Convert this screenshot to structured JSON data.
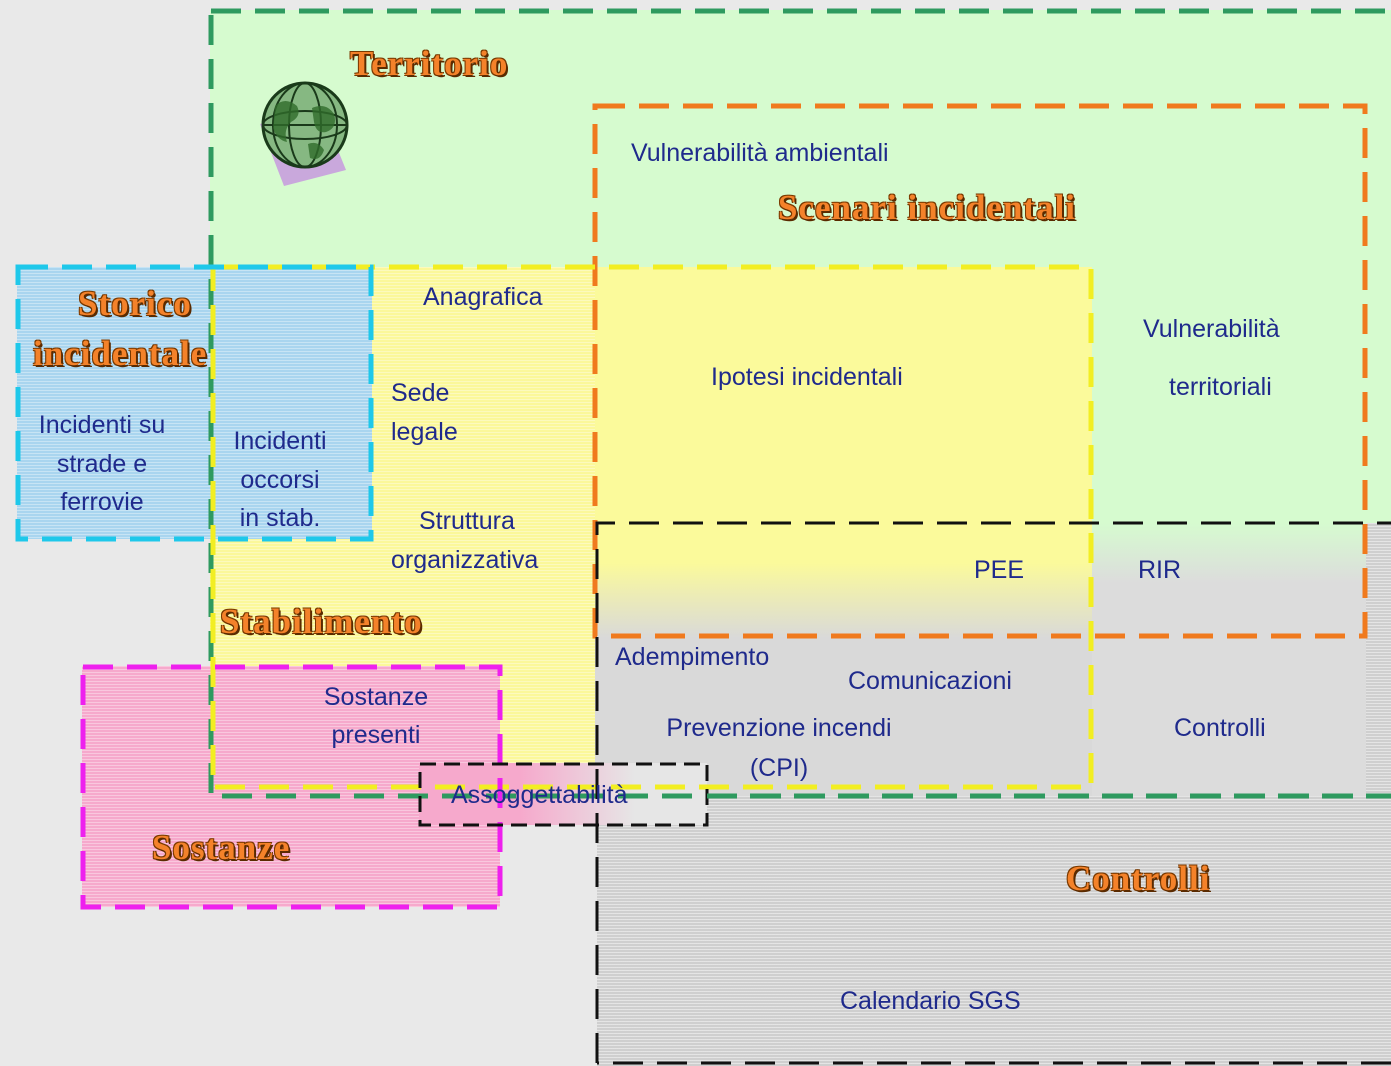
{
  "areas": {
    "territorio": {
      "title": "Territorio",
      "vulnerabilita_ambientali": "Vulnerabilità ambientali",
      "vulnerabilita_territoriali_1": "Vulnerabilità",
      "vulnerabilita_territoriali_2": "territoriali"
    },
    "scenari": {
      "title": "Scenari incidentali",
      "ipotesi": "Ipotesi incidentali"
    },
    "storico": {
      "title_1": "Storico",
      "title_2": "incidentale",
      "incidenti_strade_1": "Incidenti su",
      "incidenti_strade_2": "strade e",
      "incidenti_strade_3": "ferrovie",
      "incidenti_stab_1": "Incidenti",
      "incidenti_stab_2": "occorsi",
      "incidenti_stab_3": "in stab."
    },
    "stabilimento": {
      "title": "Stabilimento",
      "anagrafica": "Anagrafica",
      "sede_1": "Sede",
      "sede_2": "legale",
      "struttura_1": "Struttura",
      "struttura_2": "organizzativa"
    },
    "sostanze": {
      "title": "Sostanze",
      "sostanze_presenti_1": "Sostanze",
      "sostanze_presenti_2": "presenti",
      "assoggettabilita": "Assoggettabilità"
    },
    "controlli": {
      "title": "Controlli",
      "pee": "PEE",
      "rir": "RIR",
      "adempimento": "Adempimento",
      "comunicazioni": "Comunicazioni",
      "prevenzione_1": "Prevenzione incendi",
      "prevenzione_2": "(CPI)",
      "controlli_label": "Controlli",
      "calendario": "Calendario SGS"
    }
  },
  "colors": {
    "territorio": "#2e9a5f",
    "scenari": "#f07a1e",
    "storico": "#1ec8ea",
    "stabilimento": "#f2ee22",
    "sostanze": "#ee20ee",
    "controlli": "#111111",
    "text": "#1f2a8c",
    "title": "#f4822a"
  },
  "icons": {
    "globe": "globe-icon"
  }
}
